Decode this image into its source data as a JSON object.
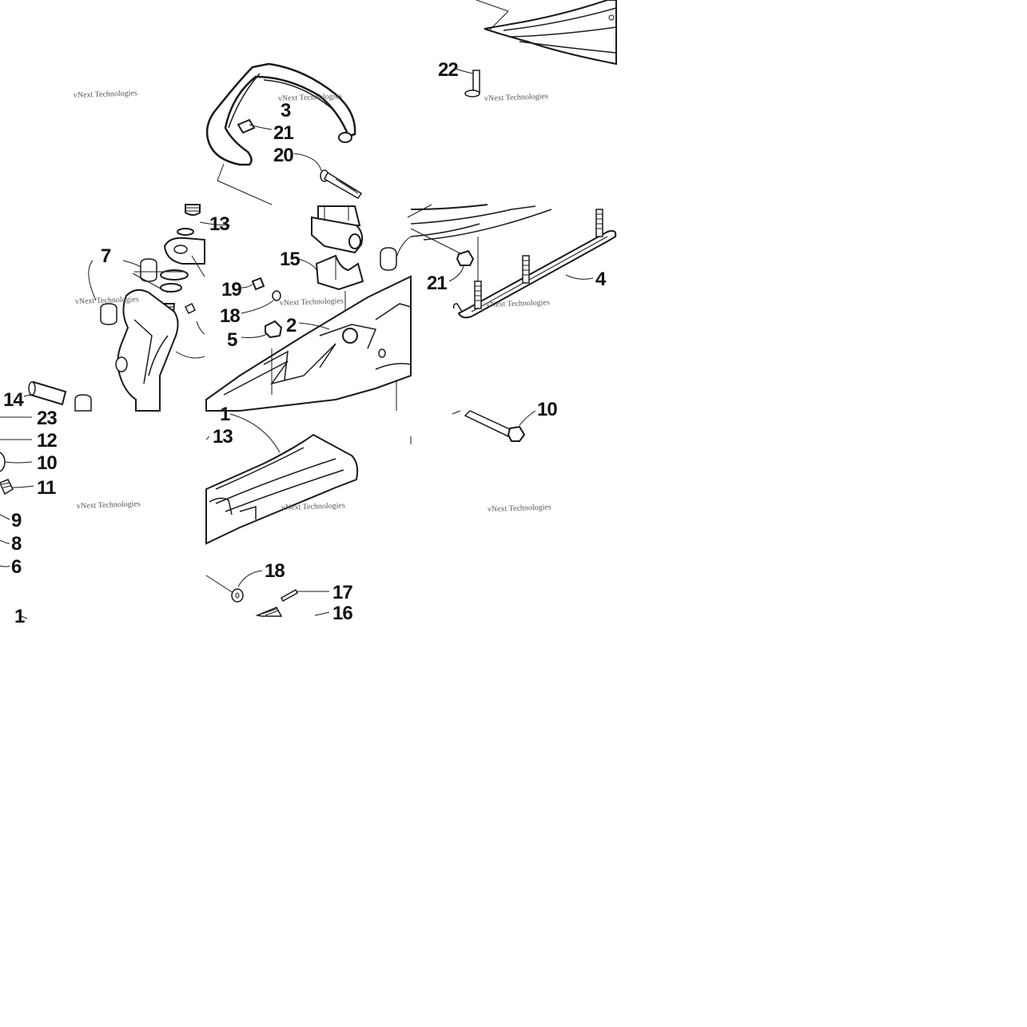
{
  "callouts": {
    "c22": "22",
    "c3": "3",
    "c21a": "21",
    "c20": "20",
    "c13a": "13",
    "c7": "7",
    "c15": "15",
    "c19": "19",
    "c18a": "18",
    "c2": "2",
    "c5": "5",
    "c21b": "21",
    "c4": "4",
    "c14": "14",
    "c23": "23",
    "c12": "12",
    "c10": "10",
    "c11": "11",
    "c9": "9",
    "c8": "8",
    "c6": "6",
    "c1a": "1",
    "c1b": "1",
    "c13b": "13",
    "c10b": "10",
    "c18b": "18",
    "c17": "17",
    "c16": "16"
  },
  "watermark": "vNext Technologies",
  "colors": {
    "line": "#1a1a1a",
    "background": "#ffffff"
  }
}
